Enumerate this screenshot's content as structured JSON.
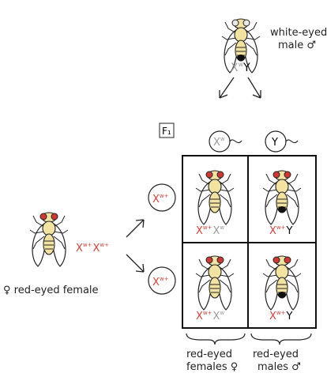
{
  "top_parent": {
    "label_line1": "white-eyed",
    "label_line2": "male ♂",
    "genotype_x": "X",
    "genotype_x_allele": "w",
    "genotype_y": "Y"
  },
  "generation_label": "F₁",
  "sperm": [
    {
      "base": "X",
      "allele": "w"
    },
    {
      "base": "Y",
      "allele": ""
    }
  ],
  "eggs": [
    {
      "base": "X",
      "allele": "w+"
    },
    {
      "base": "X",
      "allele": "w+"
    }
  ],
  "left_parent": {
    "genotype_a_base": "X",
    "genotype_a_allele": "w+",
    "genotype_b_base": "X",
    "genotype_b_allele": "w+",
    "label": "♀ red-eyed female"
  },
  "offspring": [
    {
      "row": 0,
      "col": 0,
      "first_base": "X",
      "first_allele": "w+",
      "second_base": "X",
      "second_allele": "w",
      "eye": "red",
      "sex": "female"
    },
    {
      "row": 0,
      "col": 1,
      "first_base": "X",
      "first_allele": "w+",
      "second_base": "Y",
      "second_allele": "",
      "eye": "red",
      "sex": "male"
    },
    {
      "row": 1,
      "col": 0,
      "first_base": "X",
      "first_allele": "w+",
      "second_base": "X",
      "second_allele": "w",
      "eye": "red",
      "sex": "female"
    },
    {
      "row": 1,
      "col": 1,
      "first_base": "X",
      "first_allele": "w+",
      "second_base": "Y",
      "second_allele": "",
      "eye": "red",
      "sex": "male"
    }
  ],
  "bottom_labels": {
    "females_line1": "red-eyed",
    "females_line2": "females ♀",
    "males_line1": "red-eyed",
    "males_line2": "males ♂"
  },
  "colors": {
    "red_allele": "#c9453d",
    "white_allele": "#9a9a9a",
    "fly_body": "#f3e3a3",
    "eye_red": "#c93b34",
    "eye_white": "#e8e8e8"
  }
}
